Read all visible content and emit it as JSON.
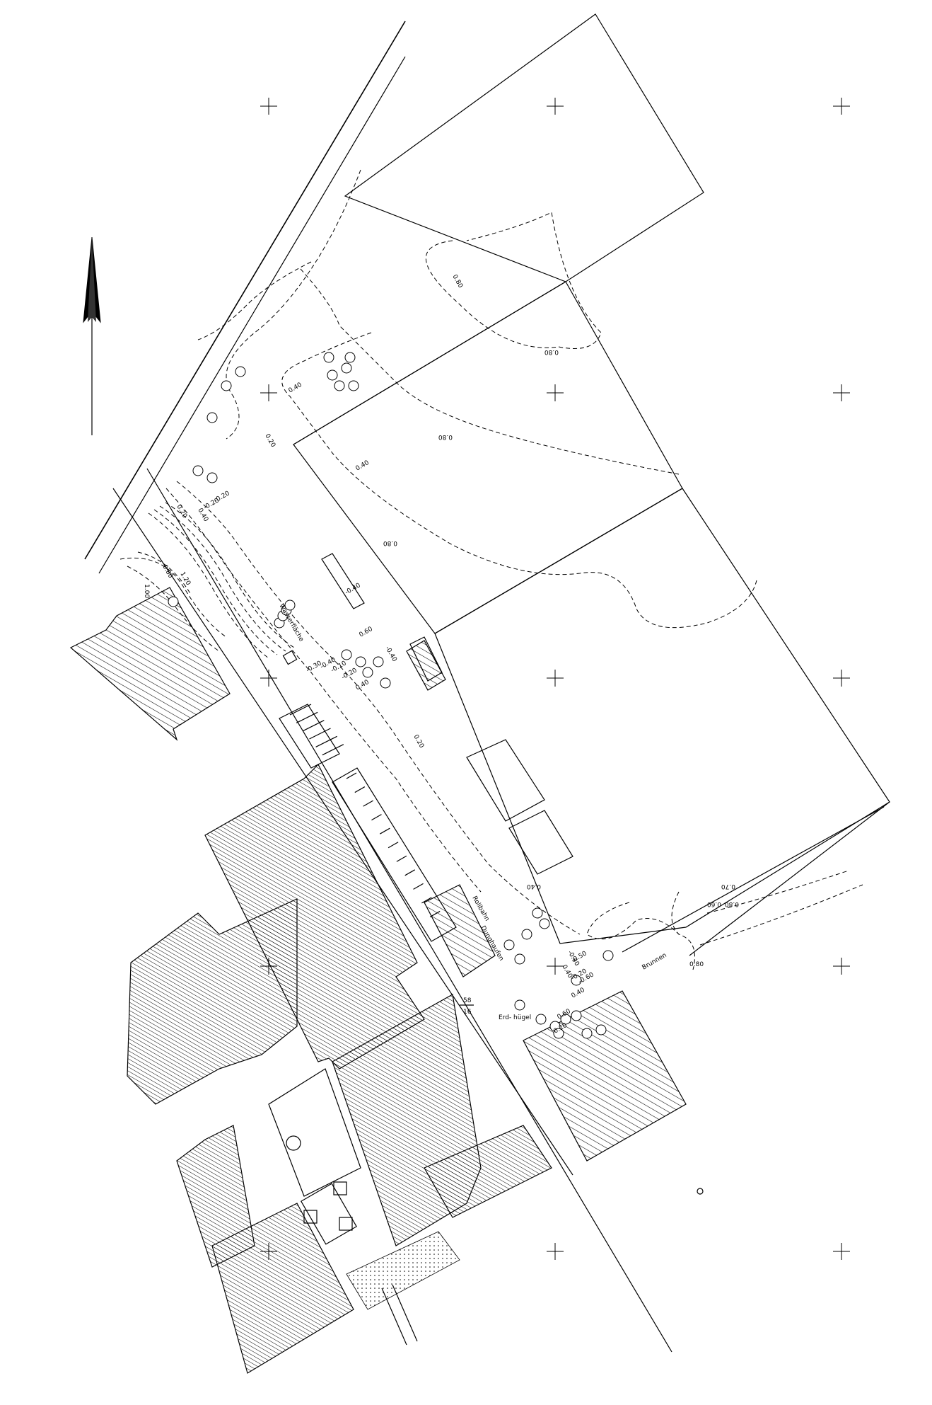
{
  "map": {
    "labels": {
      "water_surface": "Wasserfläche",
      "dung_heap": "Dunghaufen",
      "parcel_number_top": "58",
      "parcel_number_bottom": "16",
      "earth_mound": "Erd-\nhügel",
      "well": "Brunnen",
      "roofed": "Rollbahn"
    },
    "elevations": [
      "0.80",
      "0.80",
      "0.80",
      "0.80",
      "0.40",
      "0.20",
      "0.40",
      "-0.20",
      "-0.20",
      "0.20",
      "0.40",
      "0.80",
      "1.20",
      "1.00",
      "-0.40",
      "0.60",
      "-0.30",
      "-0.40",
      "-0.10",
      "0.40",
      "-0.20",
      "0.20",
      "0.40",
      "-0.40",
      "0.40",
      "-0.40",
      "-0.20",
      "0.40",
      "0.20",
      "0.60",
      "-0.50",
      "-0.60",
      "0.80",
      "0.60",
      "0.70",
      "0.80"
    ]
  }
}
